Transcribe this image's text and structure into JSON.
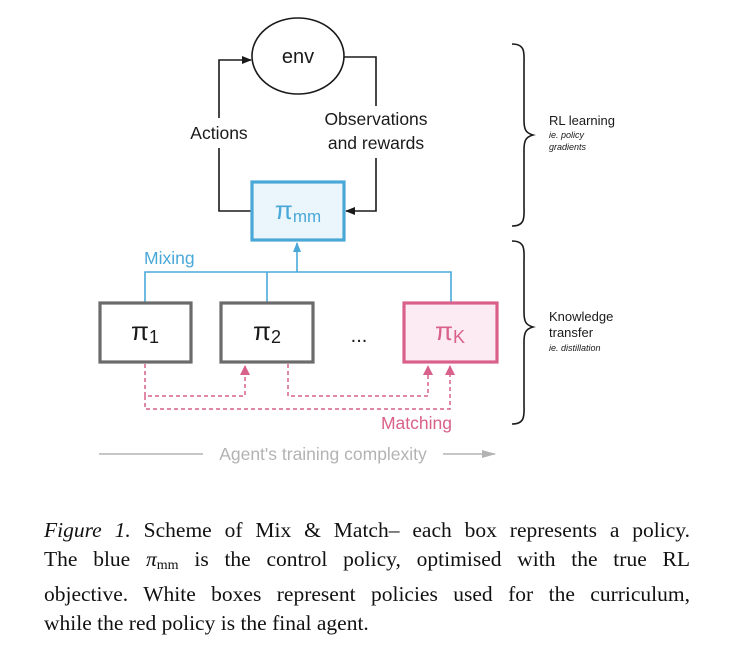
{
  "diagram": {
    "env_label": "env",
    "actions_label": "Actions",
    "observations_label_line1": "Observations",
    "observations_label_line2": "and rewards",
    "control_policy": {
      "symbol": "π",
      "subscript": "mm"
    },
    "mixing_label": "Mixing",
    "matching_label": "Matching",
    "policies": [
      {
        "symbol": "π",
        "subscript": "1",
        "role": "curriculum"
      },
      {
        "symbol": "π",
        "subscript": "2",
        "role": "curriculum"
      },
      {
        "symbol": "π",
        "subscript": "K",
        "role": "final-agent"
      }
    ],
    "ellipsis": "...",
    "complexity_axis_label": "Agent's training complexity",
    "braces": [
      {
        "title": "RL learning",
        "subtitle_line1": "ie. policy",
        "subtitle_line2": "gradients"
      },
      {
        "title_line1": "Knowledge",
        "title_line2": "transfer",
        "subtitle": "ie. distillation"
      }
    ],
    "colors": {
      "blue": "#4aa8d8",
      "blue_fill": "#eaf5fc",
      "pink": "#d9608a",
      "pink_fill": "#fcebf2",
      "gray_box": "#6b6b6b",
      "axis_gray": "#b3b3b3",
      "black": "#1a1a1a"
    }
  },
  "caption": {
    "figure_label": "Figure 1.",
    "line1_rest": " Scheme of Mix & Match– each box represents a policy.",
    "line2_pre": "The blue ",
    "line2_symbol": "π",
    "line2_sub": "mm",
    "line2_post": " is the control policy, optimised with the true RL",
    "line3": "objective. White boxes represent policies used for the curriculum,",
    "line4": "while the red policy is the final agent."
  }
}
